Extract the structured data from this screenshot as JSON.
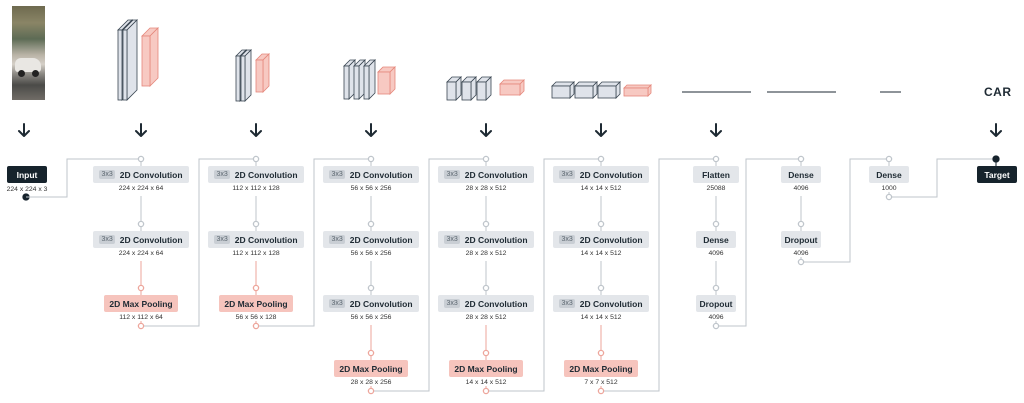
{
  "output_label": "CAR",
  "input": {
    "label": "Input",
    "dims": "224 x 224 x 3"
  },
  "target": {
    "label": "Target"
  },
  "kernel": "3x3",
  "blocks": [
    {
      "layers": [
        {
          "type": "conv",
          "label": "2D Convolution",
          "dims": "224 x 224 x 64"
        },
        {
          "type": "conv",
          "label": "2D Convolution",
          "dims": "224 x 224 x 64"
        },
        {
          "type": "pool",
          "label": "2D Max Pooling",
          "dims": "112 x 112 x 64"
        }
      ]
    },
    {
      "layers": [
        {
          "type": "conv",
          "label": "2D Convolution",
          "dims": "112 x 112 x 128"
        },
        {
          "type": "conv",
          "label": "2D Convolution",
          "dims": "112 x 112 x 128"
        },
        {
          "type": "pool",
          "label": "2D Max Pooling",
          "dims": "56 x 56 x 128"
        }
      ]
    },
    {
      "layers": [
        {
          "type": "conv",
          "label": "2D Convolution",
          "dims": "56 x 56 x 256"
        },
        {
          "type": "conv",
          "label": "2D Convolution",
          "dims": "56 x 56 x 256"
        },
        {
          "type": "conv",
          "label": "2D Convolution",
          "dims": "56 x 56 x 256"
        },
        {
          "type": "pool",
          "label": "2D Max Pooling",
          "dims": "28 x 28 x 256"
        }
      ]
    },
    {
      "layers": [
        {
          "type": "conv",
          "label": "2D Convolution",
          "dims": "28 x 28 x 512"
        },
        {
          "type": "conv",
          "label": "2D Convolution",
          "dims": "28 x 28 x 512"
        },
        {
          "type": "conv",
          "label": "2D Convolution",
          "dims": "28 x 28 x 512"
        },
        {
          "type": "pool",
          "label": "2D Max Pooling",
          "dims": "14 x 14 x 512"
        }
      ]
    },
    {
      "layers": [
        {
          "type": "conv",
          "label": "2D Convolution",
          "dims": "14 x 14 x 512"
        },
        {
          "type": "conv",
          "label": "2D Convolution",
          "dims": "14 x 14 x 512"
        },
        {
          "type": "conv",
          "label": "2D Convolution",
          "dims": "14 x 14 x 512"
        },
        {
          "type": "pool",
          "label": "2D Max Pooling",
          "dims": "7 x 7 x 512"
        }
      ]
    },
    {
      "layers": [
        {
          "type": "flat",
          "label": "Flatten",
          "dims": "25088"
        },
        {
          "type": "dense",
          "label": "Dense",
          "dims": "4096"
        },
        {
          "type": "dense",
          "label": "Dropout",
          "dims": "4096"
        }
      ]
    },
    {
      "layers": [
        {
          "type": "dense",
          "label": "Dense",
          "dims": "4096"
        },
        {
          "type": "dense",
          "label": "Dropout",
          "dims": "4096"
        }
      ]
    },
    {
      "layers": [
        {
          "type": "dense",
          "label": "Dense",
          "dims": "1000"
        }
      ]
    }
  ],
  "colors": {
    "dark": "#16232c",
    "conv": "#e3e6ea",
    "pool": "#f6c4bd",
    "wire": "#bfc5cb",
    "pool_wire": "#eda59b"
  }
}
